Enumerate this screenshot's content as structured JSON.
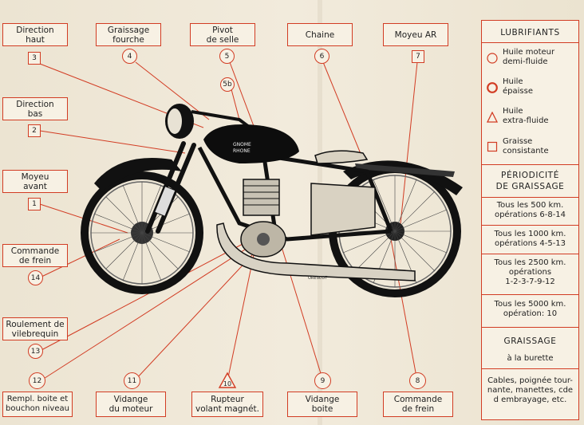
{
  "labels": {
    "direction_haut": "Direction\nhaut",
    "graissage_fourche": "Graissage\nfourche",
    "pivot_selle": "Pivot\nde selle",
    "chaine": "Chaine",
    "moyeu_ar": "Moyeu AR",
    "direction_bas": "Direction\nbas",
    "moyeu_avant": "Moyeu\navant",
    "commande_frein_av": "Commande\nde frein",
    "roulement_vilebrequin": "Roulement de\nvilebrequin",
    "rempl_boite": "Rempl. boite et\nbouchon niveau",
    "vidange_moteur": "Vidange\ndu moteur",
    "rupteur": "Rupteur\nvolant magnét.",
    "vidange_boite": "Vidange\nboite",
    "commande_frein_ar": "Commande\nde frein"
  },
  "numbers": {
    "n3": "3",
    "n4": "4",
    "n5": "5",
    "n6": "6",
    "n7": "7",
    "n5b": "5b",
    "n2": "2",
    "n1": "1",
    "n14": "14",
    "n13": "13",
    "n12": "12",
    "n11": "11",
    "n10": "10",
    "n9": "9",
    "n8": "8"
  },
  "bike": {
    "tank_brand_1": "GNOME",
    "tank_brand_2": "RHONE",
    "signature": "ORESCOT"
  },
  "panel": {
    "lubrifiants_title": "LUBRIFIANTS",
    "lub1": "Huile moteur\ndemi-fluide",
    "lub2": "Huile\népaisse",
    "lub3": "Huile\nextra-fluide",
    "lub4": "Graisse\nconsistante",
    "periodicite_title": "PÉRIODICITÉ\nDE GRAISSAGE",
    "p1": "Tous les 500 km.\nopérations 6-8-14",
    "p2": "Tous les 1000 km.\nopérations 4-5-13",
    "p3": "Tous les 2500 km.\nopérations\n1-2-3-7-9-12",
    "p4": "Tous les 5000 km.\nopération: 10",
    "graissage_title": "GRAISSAGE",
    "burette": "à la burette",
    "cables": "Cables, poignée tour-\nnante, manettes, cde\nd embrayage, etc."
  },
  "colors": {
    "accent": "#d23c23",
    "ink": "#1a1a1a",
    "paper": "#efe8d8"
  }
}
